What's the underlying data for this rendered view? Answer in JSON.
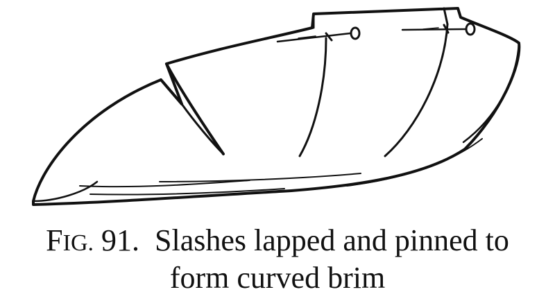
{
  "figure": {
    "label_first": "F",
    "label_rest": "IG.",
    "number": "91.",
    "caption_line1": "Slashes lapped and pinned to",
    "caption_line2": "form curved brim"
  },
  "colors": {
    "ink": "#111111",
    "paper": "#ffffff"
  }
}
